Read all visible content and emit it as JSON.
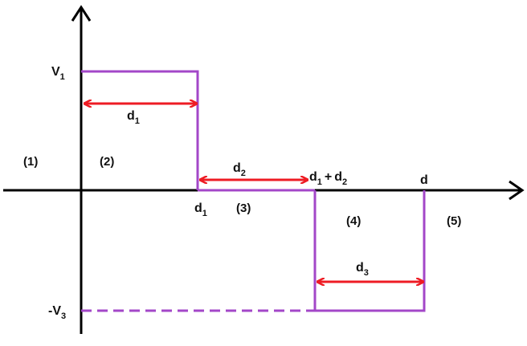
{
  "colors": {
    "axis": "#000000",
    "potential": "#a347c8",
    "arrow": "#ee1c24",
    "text": "#111111"
  },
  "labels": {
    "v1": {
      "main": "V",
      "sub": "1"
    },
    "v3": {
      "main": "-V",
      "sub": "3"
    },
    "d1_top": {
      "main": "d",
      "sub": "1"
    },
    "d2_top": {
      "main": "d",
      "sub": "2"
    },
    "d3": {
      "main": "d",
      "sub": "3"
    },
    "d1_axis": {
      "main": "d",
      "sub": "1"
    },
    "d1_plus": {
      "main": "d",
      "sub": "1"
    },
    "plus": "+",
    "d2_plus": {
      "main": "d",
      "sub": "2"
    },
    "d": "d"
  },
  "regions": [
    "(1)",
    "(2)",
    "(3)",
    "(4)",
    "(5)"
  ]
}
